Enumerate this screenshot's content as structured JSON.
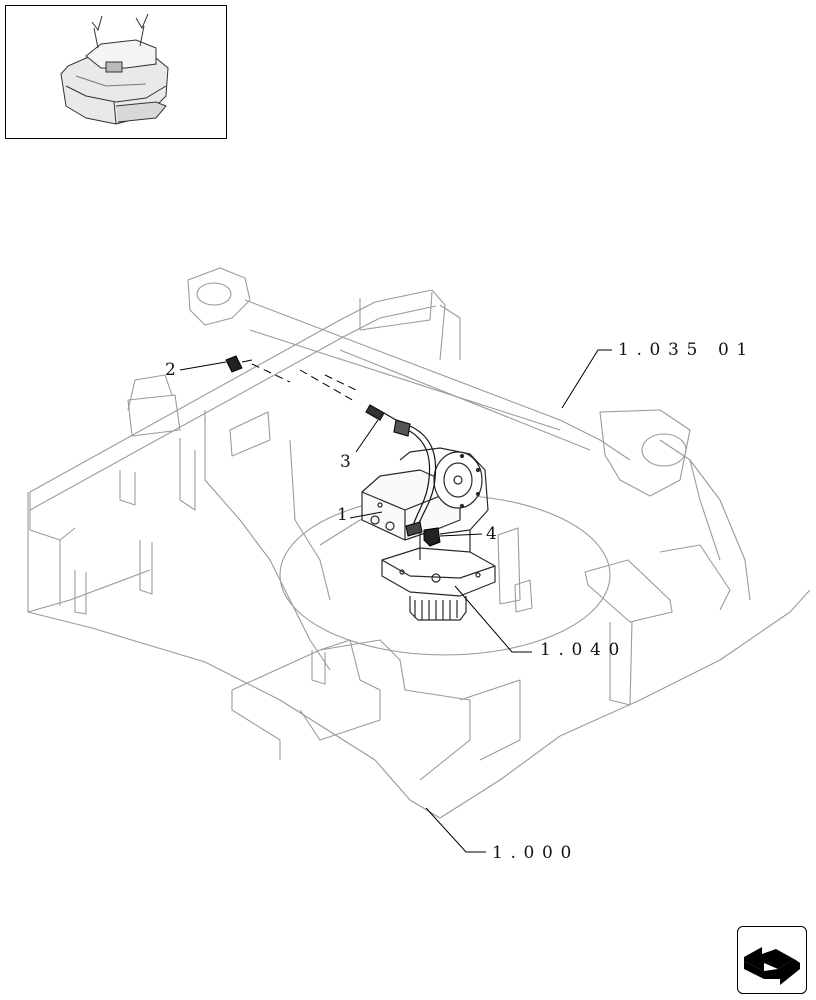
{
  "thumbnail": {
    "icon": "machine-overview-icon"
  },
  "callouts": {
    "item1": "1",
    "item2": "2",
    "item3": "3",
    "item4": "4",
    "ref_frame_arm": "1.035 01",
    "ref_motor": "1.040",
    "ref_frame": "1.000"
  },
  "nav": {
    "icon": "next-page-arrow-icon"
  },
  "colors": {
    "line": "#2a2a2a",
    "ghost": "#9a9a9a",
    "ink": "#000000"
  }
}
